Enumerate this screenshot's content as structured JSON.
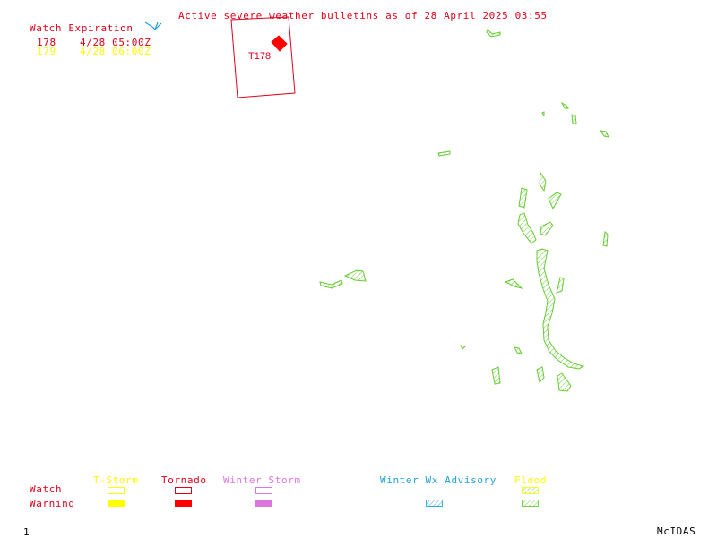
{
  "header": {
    "title": "Active severe weather bulletins as of 28 April 2025 03:55",
    "title_color": "#e0001b"
  },
  "watch_expiration": {
    "heading": "Watch Expiration",
    "rows": [
      {
        "id": "178",
        "time": "4/28 05:00Z",
        "color": "#e0001b"
      },
      {
        "id": "179",
        "time": "4/28 06:00Z",
        "color": "#ffff00"
      }
    ]
  },
  "map": {
    "watch_box_label": "T178",
    "watch_box_color": "#e0001b",
    "tornado_warning_color": "#ff0000",
    "flood_color": "#66cc33",
    "winter_wx_color": "#1fa2d8"
  },
  "legend": {
    "row_labels": {
      "watch": "Watch",
      "warning": "Warning"
    },
    "row_label_color": "#e0001b",
    "columns": [
      {
        "label": "T-Storm",
        "color": "#ffff00",
        "watch_style": "outline",
        "warning_style": "solid"
      },
      {
        "label": "Tornado",
        "color": "#e0001b",
        "watch_style": "outline",
        "warning_style": "solid"
      },
      {
        "label": "Winter Storm",
        "color": "#dd77dd",
        "watch_style": "outline",
        "warning_style": "solid"
      },
      {
        "label": "Winter Wx Advisory",
        "color": "#1fa2d8",
        "warning_style": "hatched"
      },
      {
        "label": "Flood",
        "color": "#ffff00",
        "hatch_color": "#66cc33",
        "watch_style": "hatched",
        "warning_style": "hatched"
      }
    ]
  },
  "footer": {
    "frame_number": "1",
    "brand": "McIDAS"
  }
}
